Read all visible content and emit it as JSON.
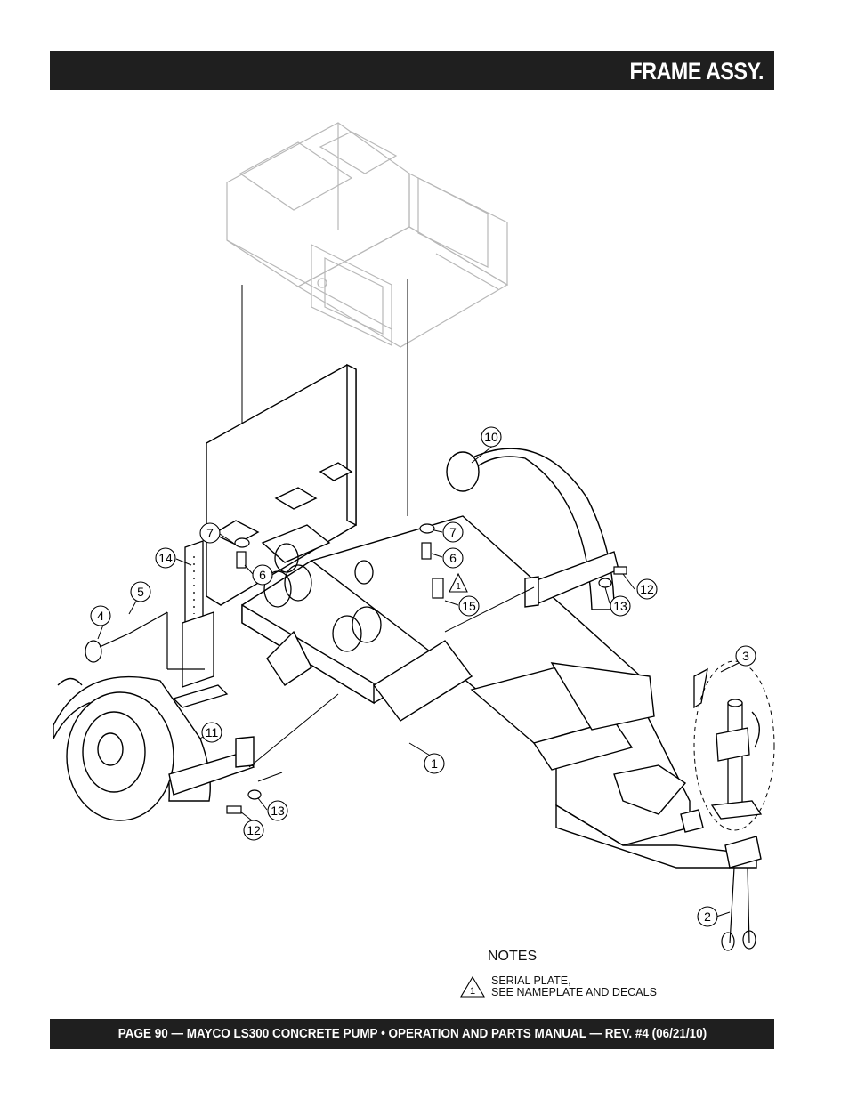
{
  "header": {
    "title": "FRAME ASSY."
  },
  "footer": {
    "text": "PAGE 90 — MAYCO LS300 CONCRETE PUMP • OPERATION AND PARTS MANUAL — REV. #4 (06/21/10)"
  },
  "callouts": [
    "10",
    "7",
    "14",
    "6",
    "5",
    "4",
    "7",
    "6",
    "1",
    "15",
    "12",
    "13",
    "3",
    "11",
    "1",
    "12",
    "13",
    "2"
  ],
  "notes": {
    "title": "NOTES",
    "marker": "1",
    "line1": "SERIAL PLATE,",
    "line2": "SEE NAMEPLATE AND DECALS"
  },
  "warning_marker": "1"
}
